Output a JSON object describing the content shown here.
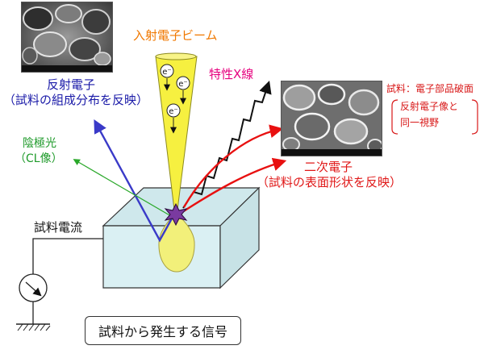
{
  "labels": {
    "incident_beam": "入射電子ビーム",
    "xray": "特性X線",
    "backscatter_title": "反射電子",
    "backscatter_desc": "（試料の組成分布を反映）",
    "cl_title": "陰極光",
    "cl_desc": "（CL像）",
    "secondary_title": "二次電子",
    "secondary_desc": "（試料の表面形状を反映）",
    "sample_current": "試料電流",
    "sample_note_line1": "試料：電子部品破面",
    "sample_note_line2": "反射電子像と",
    "sample_note_line3": "同一視野",
    "caption": "試料から発生する信号"
  },
  "electron_symbol": "e⁻",
  "colors": {
    "beam_label": "#f07800",
    "xray_label": "#e6007e",
    "backscatter_label": "#1a1aa8",
    "backscatter_arrow": "#3a3ac8",
    "cl_label": "#1e9a2a",
    "cl_arrow": "#2aa82a",
    "secondary_label": "#e01818",
    "secondary_arrow": "#e81010",
    "note_label": "#d81818",
    "beam_fill": "#f6f040",
    "interaction_volume": "#f2f07a",
    "block_face": "#daf0f3"
  }
}
